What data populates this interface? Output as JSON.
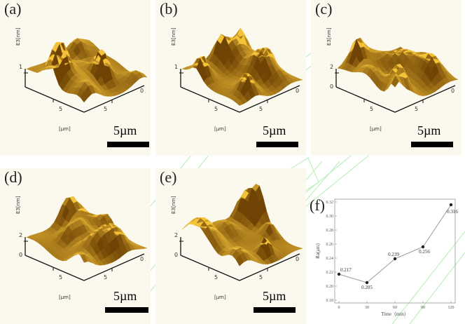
{
  "panels": [
    {
      "label": "(a)",
      "zlabel": "E3[nm]",
      "z_tick": "1",
      "corner_tick": "0",
      "x_tick": "5",
      "y_tick": "5",
      "unit_label": "[µm]",
      "scale_label": "5µm"
    },
    {
      "label": "(b)",
      "zlabel": "E3[nm]",
      "z_tick": "1",
      "corner_tick": "0",
      "x_tick": "5",
      "y_tick": "5",
      "unit_label": "[µm]",
      "scale_label": "5µm"
    },
    {
      "label": "(c)",
      "zlabel": "E3[nm]",
      "z_tick": "2",
      "z_tick0": "0",
      "corner_tick": "0",
      "x_tick": "5",
      "y_tick": "5",
      "unit_label": "[µm]",
      "scale_label": "5µm"
    },
    {
      "label": "(d)",
      "zlabel": "E3[nm]",
      "z_tick": "2",
      "z_tick0": "0",
      "corner_tick": "0",
      "x_tick": "5",
      "y_tick": "5",
      "unit_label": "[µm]",
      "scale_label": "5µm"
    },
    {
      "label": "(e)",
      "zlabel": "E3[nm]",
      "z_tick": "2",
      "z_tick0": "0",
      "corner_tick": "0",
      "x_tick": "5",
      "y_tick": "5",
      "unit_label": "[µm]",
      "scale_label": "5µm"
    }
  ],
  "panel_f_label": "(f)",
  "colors": {
    "surface_light": "#f2c23a",
    "surface_mid": "#c98d12",
    "surface_dark": "#6e4303",
    "panel_bg": "#fbf8ee",
    "watermark": "#b9efb9",
    "line": "#999999",
    "marker": "#222222"
  },
  "chart_data": {
    "type": "line",
    "x": [
      0,
      30,
      60,
      90,
      120
    ],
    "y": [
      0.217,
      0.205,
      0.239,
      0.256,
      0.316
    ],
    "data_labels": [
      "0.217",
      "0.205",
      "0.239",
      "0.256",
      "0.316"
    ],
    "xlabel": "Time（min）",
    "ylabel": "Ra(μm)",
    "xlim": [
      0,
      120
    ],
    "ylim": [
      0.18,
      0.32
    ],
    "xticks": [
      "0",
      "30",
      "60",
      "90",
      "120"
    ],
    "yticks": [
      "0.18",
      "0.20",
      "0.22",
      "0.24",
      "0.26",
      "0.28",
      "0.30",
      "0.32"
    ],
    "grid": false
  }
}
